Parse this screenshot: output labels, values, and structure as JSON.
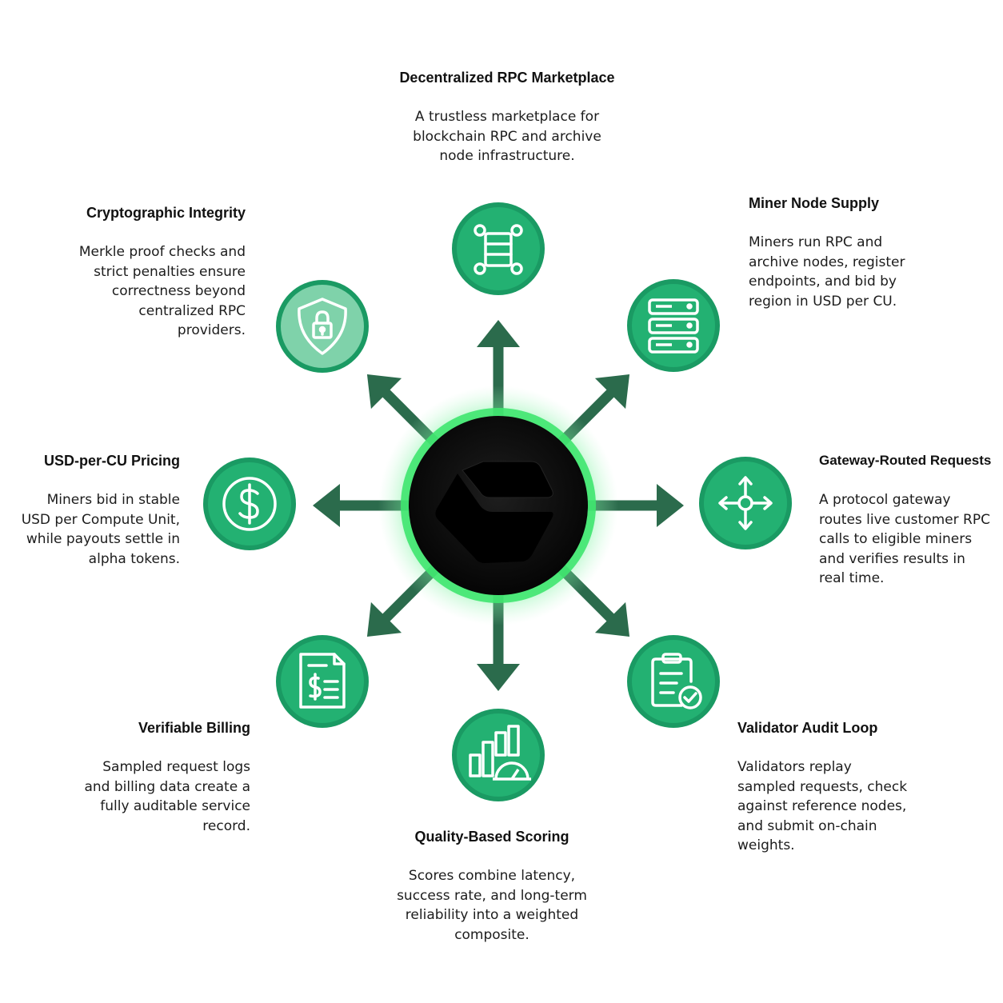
{
  "colors": {
    "arrow": "#2b6b4c",
    "circle_outer": "#1a9a63",
    "circle_inner": "#23b172",
    "circle_inner_light": "#7fd2aa",
    "hub_dark": "#0c0c0c",
    "hub_glow": "#35e86f"
  },
  "hub": {
    "icon": "hexagon-logo-icon"
  },
  "features": {
    "top": {
      "title": "Decentralized RPC Marketplace",
      "desc": "A trustless marketplace for blockchain RPC and archive node infrastructure.",
      "icon": "node-network-icon"
    },
    "top_right": {
      "title": "Miner Node Supply",
      "desc": "Miners run RPC and archive nodes, register endpoints, and bid by region in USD per CU.",
      "icon": "server-stack-icon"
    },
    "right": {
      "title": "Gateway-Routed Requests",
      "desc": "A protocol gateway routes live customer RPC calls to eligible miners and verifies results in real time.",
      "icon": "routing-arrows-icon"
    },
    "bottom_right": {
      "title": "Validator Audit Loop",
      "desc": "Validators replay sampled requests, check against reference nodes, and submit on-chain weights.",
      "icon": "clipboard-check-icon"
    },
    "bottom": {
      "title": "Quality-Based Scoring",
      "desc": "Scores combine latency, success rate, and long-term reliability into a weighted composite.",
      "icon": "bar-chart-gauge-icon"
    },
    "bottom_left": {
      "title": "Verifiable Billing",
      "desc": "Sampled request logs and billing data create a fully auditable service record.",
      "icon": "invoice-dollar-icon"
    },
    "left": {
      "title": "USD-per-CU Pricing",
      "desc": "Miners bid in stable USD per Compute Unit, while payouts settle in alpha tokens.",
      "icon": "dollar-coin-icon"
    },
    "top_left": {
      "title": "Cryptographic Integrity",
      "desc": "Merkle proof checks and strict penalties ensure correctness beyond centralized RPC providers.",
      "icon": "shield-lock-icon"
    }
  }
}
